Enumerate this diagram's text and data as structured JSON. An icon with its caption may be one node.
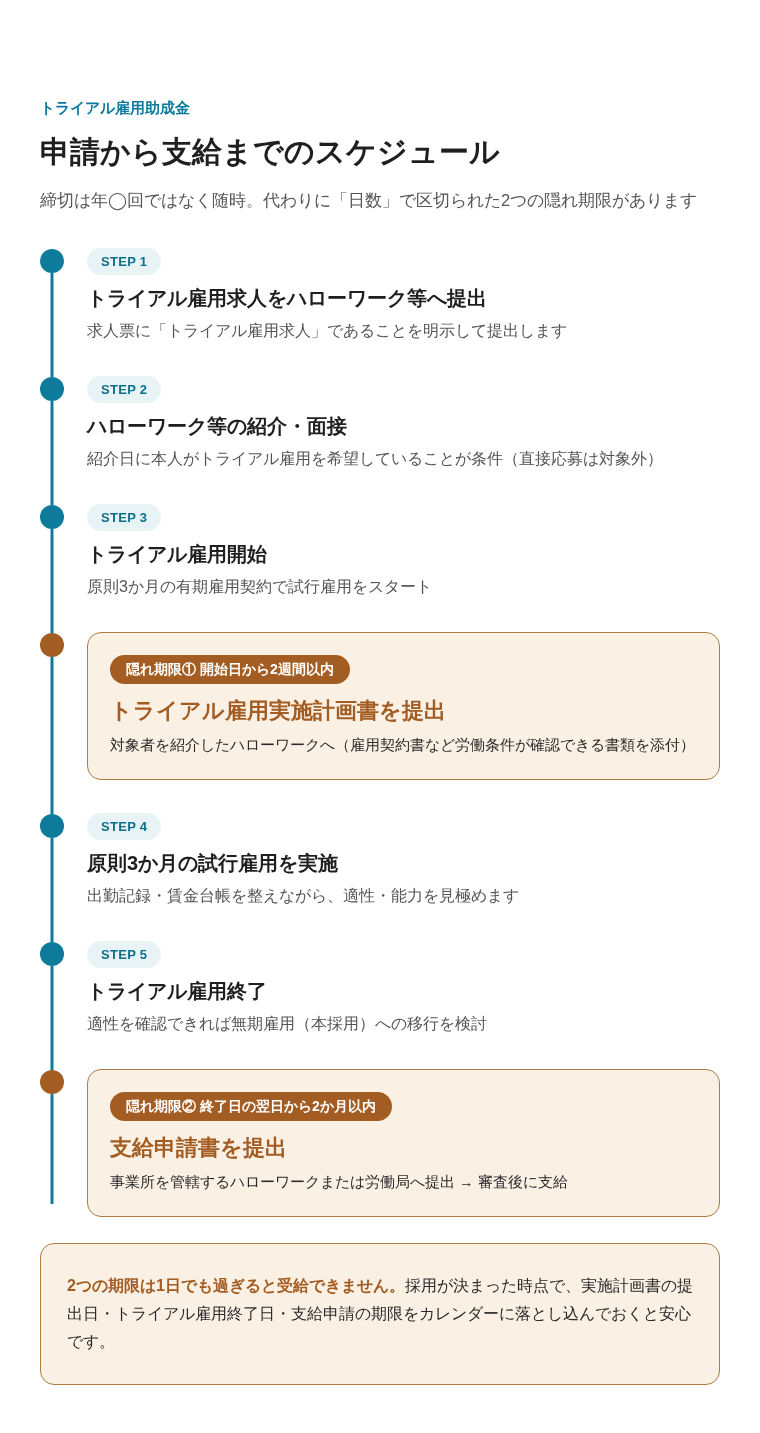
{
  "diagram": {
    "title": "申請から支給までのスケジュール",
    "labels": [
      "トライアル雇用助成金",
      "締切は年◯回ではなく随時。代わりに「日数」で区切られた2つの隠れ期限があります"
    ],
    "nodes": [
      {
        "text": [],
        "shape": "circle"
      },
      {
        "text": [
          "STEP 1"
        ],
        "beside": [
          "トライアル雇用求人をハローワーク等へ提出",
          "求人票に「トライアル雇用求人」であることを明示して提出します"
        ]
      },
      {
        "text": [],
        "shape": "circle"
      },
      {
        "text": [
          "STEP 2"
        ],
        "beside": [
          "ハローワーク等の紹介・面接",
          "紹介日に本人がトライアル雇用を希望していることが条件（直接応募は対象外）"
        ]
      },
      {
        "text": [],
        "shape": "circle"
      },
      {
        "text": [
          "STEP 3"
        ],
        "beside": [
          "トライアル雇用開始",
          "原則3か月の有期雇用契約で試行雇用をスタート"
        ]
      },
      {
        "text": [],
        "shape": "circle"
      },
      {
        "text": [
          "トライアル雇用実施計画書を提出",
          "対象者を紹介したハローワークへ（雇用契約書など労働条件が確認できる書類を添付）"
        ]
      },
      {
        "text": [
          "隠れ期限① 開始日から2週間以内"
        ],
        "in": 7
      },
      {
        "text": [],
        "shape": "circle"
      },
      {
        "text": [
          "STEP 4"
        ],
        "beside": [
          "原則3か月の試行雇用を実施",
          "出勤記録・賃金台帳を整えながら、適性・能力を見極めます"
        ]
      },
      {
        "text": [],
        "shape": "circle"
      },
      {
        "text": [
          "STEP 5"
        ],
        "beside": [
          "トライアル雇用終了",
          "適性を確認できれば無期雇用（本採用）への移行を検討"
        ]
      },
      {
        "text": [],
        "shape": "circle"
      },
      {
        "text": [
          "支給申請書を提出",
          "事業所を管轄するハローワークまたは労働局へ提出 → 審査後に支給"
        ]
      },
      {
        "text": [
          "隠れ期限② 終了日の翌日から2か月以内"
        ],
        "in": 14
      },
      {
        "text": [
          "**2つの期限は1日でも過ぎると受給できません。**採用が決まった時点で、実施計画書の提出日・トライアル雇用終了日・支給申請の期限をカレンダーに落とし込んでおくと安心です。"
        ]
      }
    ],
    "edges": [
      {
        "from": 0,
        "to": 2,
        "arrow": "none"
      },
      {
        "from": 2,
        "to": 4,
        "arrow": "none"
      },
      {
        "from": 4,
        "to": 6,
        "arrow": "none"
      },
      {
        "from": 6,
        "to": 9,
        "arrow": "none"
      },
      {
        "from": 9,
        "to": 11,
        "arrow": "none"
      },
      {
        "from": 11,
        "to": 13,
        "arrow": "none"
      },
      {
        "from": 13,
        "to": null,
        "arrow": "none"
      }
    ]
  }
}
